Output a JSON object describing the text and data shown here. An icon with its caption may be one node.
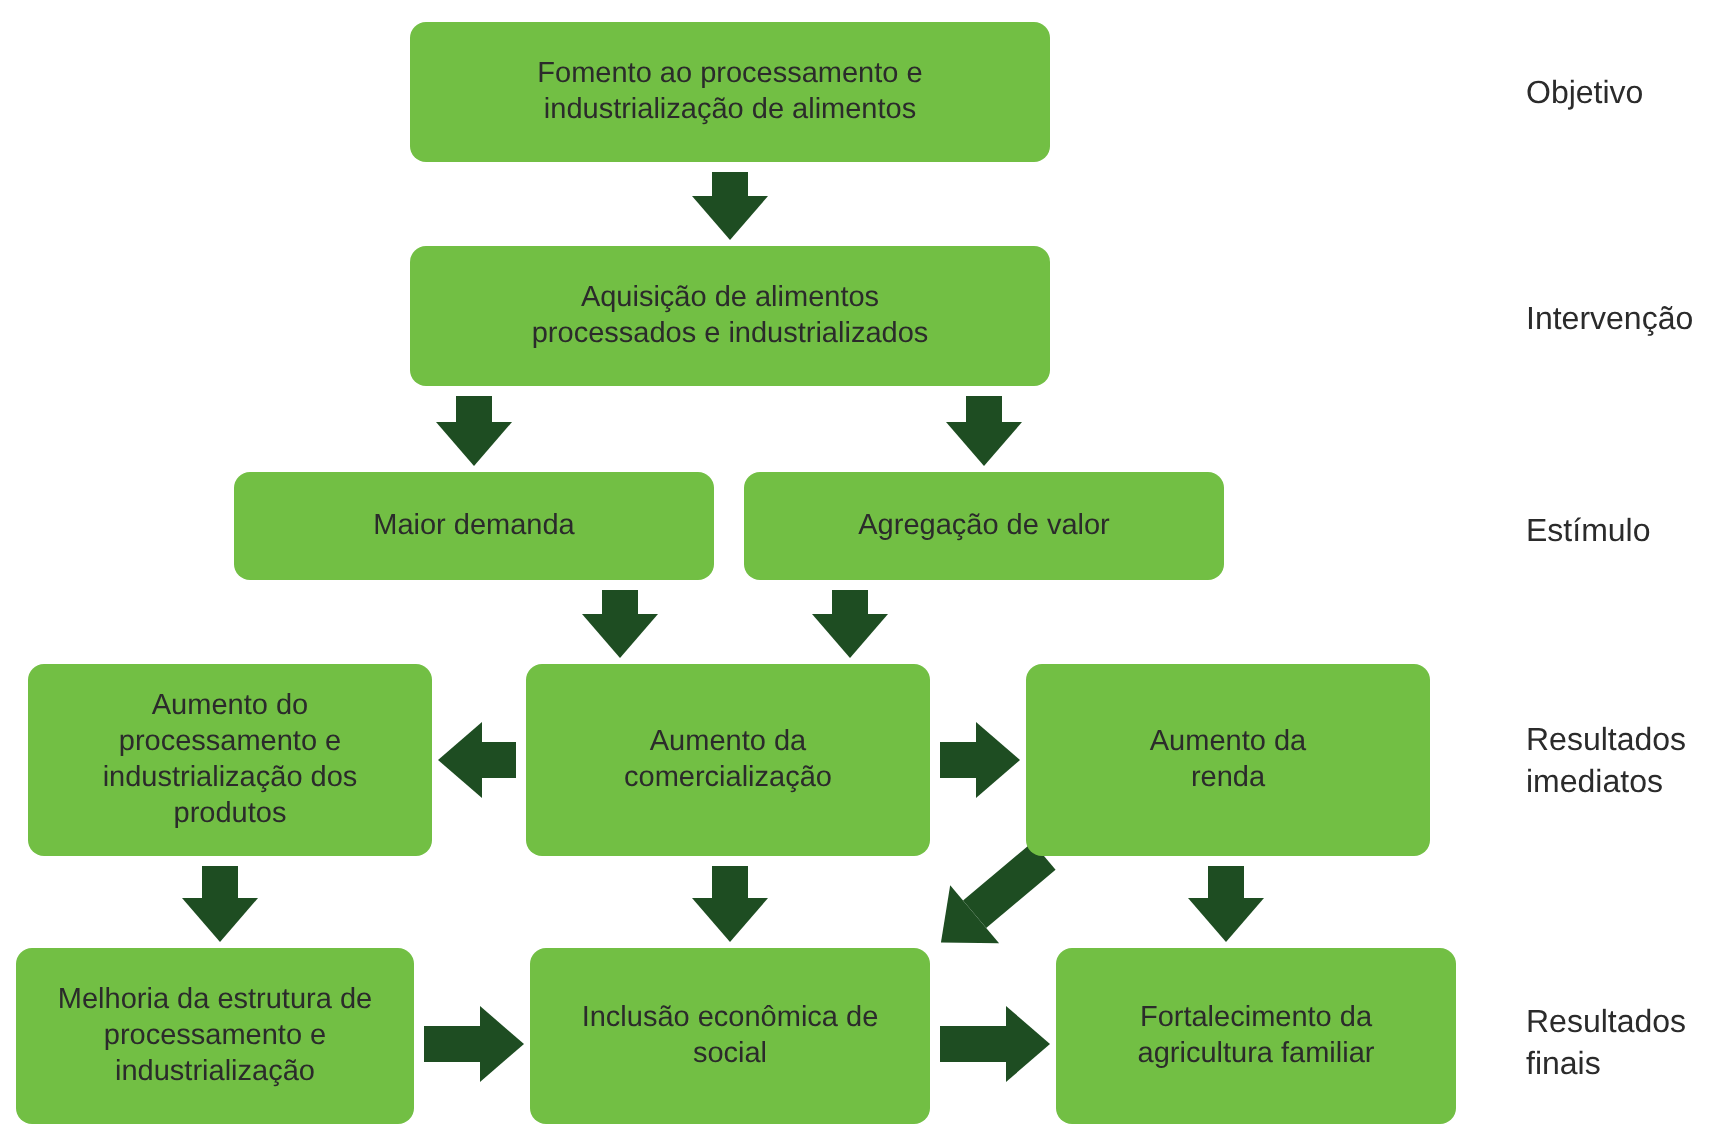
{
  "diagram": {
    "nodes": [
      {
        "text": [
          "Fomento ao processamento e industrialização de alimentos"
        ]
      },
      {
        "text": [
          "Aquisição de alimentos processados e industrializados"
        ]
      },
      {
        "text": [
          "Maior demanda"
        ]
      },
      {
        "text": [
          "Agregação de valor"
        ]
      },
      {
        "text": [
          "Aumento do processamento e industrialização dos produtos"
        ]
      },
      {
        "text": [
          "Aumento da comercialização"
        ]
      },
      {
        "text": [
          "Aumento da renda"
        ]
      },
      {
        "text": [
          "Melhoria da estrutura de processamento e industrialização"
        ]
      },
      {
        "text": [
          "Inclusão econômica de social"
        ]
      },
      {
        "text": [
          "Fortalecimento da agricultura familiar"
        ]
      }
    ],
    "edges": [
      {
        "from": 0,
        "to": 1,
        "arrow": "to"
      },
      {
        "from": 1,
        "to": 2,
        "arrow": "to"
      },
      {
        "from": 1,
        "to": 3,
        "arrow": "to"
      },
      {
        "from": 2,
        "to": 5,
        "arrow": "to"
      },
      {
        "from": 3,
        "to": 5,
        "arrow": "to"
      },
      {
        "from": 5,
        "to": 4,
        "arrow": "to"
      },
      {
        "from": 5,
        "to": 6,
        "arrow": "to"
      },
      {
        "from": 4,
        "to": 7,
        "arrow": "to"
      },
      {
        "from": 5,
        "to": 8,
        "arrow": "to"
      },
      {
        "from": 6,
        "to": 8,
        "arrow": "to"
      },
      {
        "from": 6,
        "to": 9,
        "arrow": "to"
      },
      {
        "from": 7,
        "to": 8,
        "arrow": "to"
      },
      {
        "from": 8,
        "to": 9,
        "arrow": "to"
      }
    ],
    "labels": [
      "Objetivo",
      "Intervenção",
      "Estímulo",
      "Resultados imediatos",
      "Resultados finais"
    ]
  }
}
